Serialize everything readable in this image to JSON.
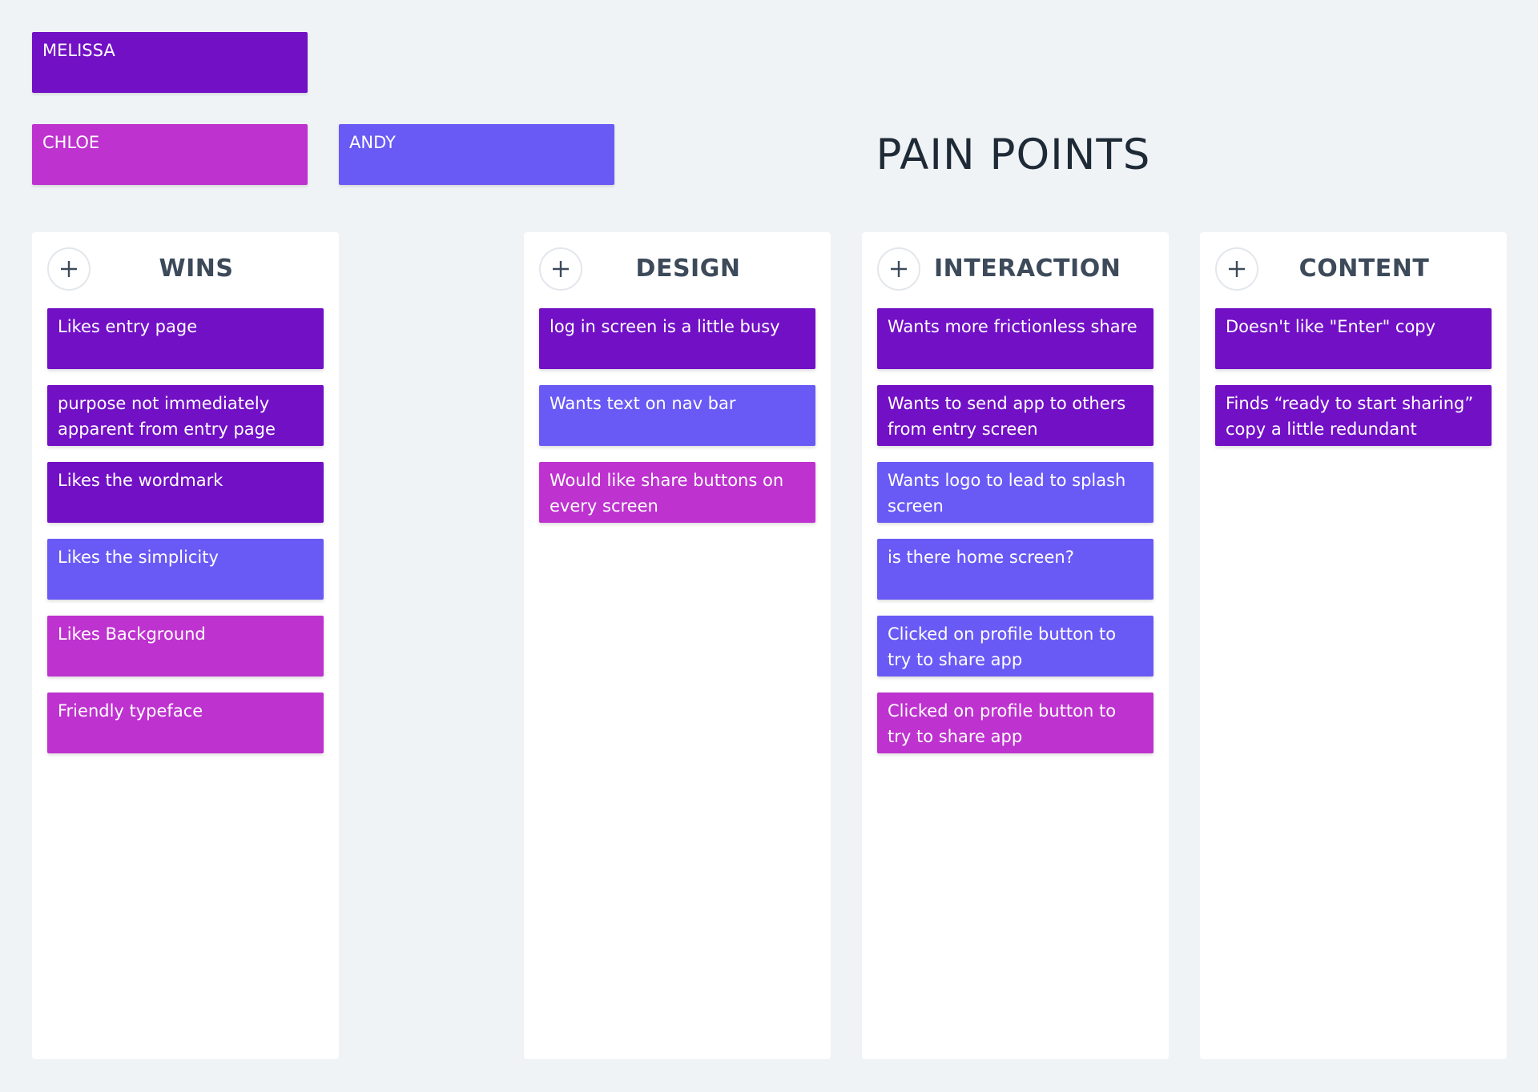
{
  "colors": {
    "background": "#eff3f6",
    "melissa": "#7210c6",
    "chloe": "#be32cf",
    "andy": "#6a5af5",
    "column_bg": "#ffffff",
    "title_text": "#1f2a37",
    "column_title_text": "#3c4a5a"
  },
  "legend": {
    "melissa": "MELISSA",
    "chloe": "CHLOE",
    "andy": "ANDY"
  },
  "page_title": "PAIN POINTS",
  "icons": {
    "add": "plus-icon"
  },
  "columns": {
    "wins": {
      "title": "WINS",
      "notes": [
        {
          "text": "Likes entry page",
          "owner": "melissa"
        },
        {
          "text": "purpose not immediately apparent from entry page",
          "owner": "melissa"
        },
        {
          "text": "Likes the wordmark",
          "owner": "melissa"
        },
        {
          "text": "Likes the simplicity",
          "owner": "andy"
        },
        {
          "text": "Likes Background",
          "owner": "chloe"
        },
        {
          "text": "Friendly typeface",
          "owner": "chloe"
        }
      ]
    },
    "design": {
      "title": "DESIGN",
      "notes": [
        {
          "text": "log in screen is a little busy",
          "owner": "melissa"
        },
        {
          "text": "Wants text on nav bar",
          "owner": "andy"
        },
        {
          "text": "Would like share buttons on every screen",
          "owner": "chloe"
        }
      ]
    },
    "interaction": {
      "title": "INTERACTION",
      "notes": [
        {
          "text": "Wants more frictionless share",
          "owner": "melissa"
        },
        {
          "text": "Wants to send app to others from entry screen",
          "owner": "melissa"
        },
        {
          "text": "Wants logo to lead to splash screen",
          "owner": "andy"
        },
        {
          "text": "is there home screen?",
          "owner": "andy"
        },
        {
          "text": "Clicked on profile button to try to share app",
          "owner": "andy"
        },
        {
          "text": "Clicked on profile button to try to share app",
          "owner": "chloe"
        }
      ]
    },
    "content": {
      "title": "CONTENT",
      "notes": [
        {
          "text": "Doesn't like \"Enter\" copy",
          "owner": "melissa"
        },
        {
          "text": "Finds “ready to start sharing” copy a little redundant",
          "owner": "melissa"
        }
      ]
    }
  }
}
